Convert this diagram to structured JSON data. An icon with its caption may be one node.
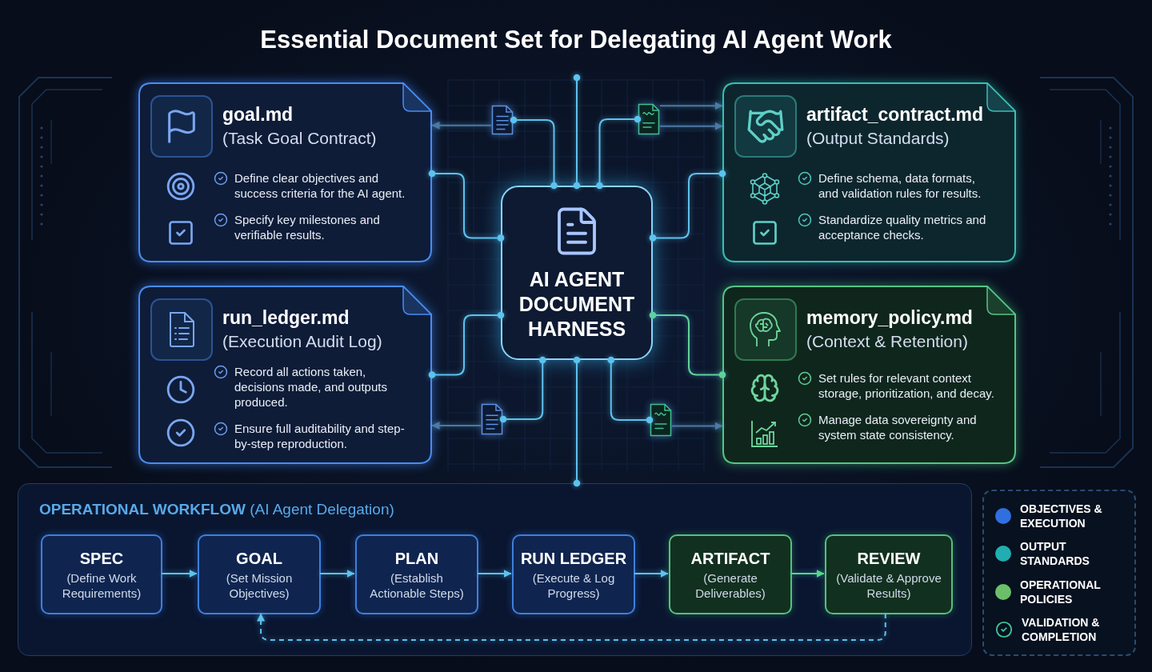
{
  "diagram": {
    "title": "Essential Document Set for Delegating AI Agent Work",
    "nodes": [
      {
        "text": [
          "goal.md",
          "(Task Goal Contract)",
          "Define clear objectives and success criteria for the AI agent.",
          "Specify key milestones and verifiable results."
        ]
      },
      {
        "text": [],
        "shape": "document"
      },
      {
        "text": [],
        "shape": "document"
      },
      {
        "text": [
          "artifact_contract.md",
          "(Output Standards)",
          "Define schema, data formats, and validation rules for results.",
          "Standardize quality metrics and acceptance checks."
        ]
      },
      {
        "text": [
          "AI AGENT DOCUMENT HARNESS"
        ]
      },
      {
        "text": [
          "run_ledger.md",
          "(Execution Audit Log)",
          "Record all actions taken, decisions made, and outputs produced.",
          "Ensure full auditability and step-by-step reproduction."
        ]
      },
      {
        "text": [],
        "shape": "document"
      },
      {
        "text": [],
        "shape": "document"
      },
      {
        "text": [
          "memory_policy.md",
          "(Context & Retention)",
          "Set rules for relevant context storage, prioritization, and decay.",
          "Manage data sovereignty and system state consistency."
        ]
      },
      {
        "text": [
          "**OPERATIONAL WORKFLOW** (AI Agent Delegation)"
        ]
      },
      {
        "text": [
          "SPEC",
          "(Define Work Requirements)"
        ],
        "in": 9
      },
      {
        "text": [
          "GOAL",
          "(Set Mission Objectives)"
        ],
        "in": 9
      },
      {
        "text": [
          "PLAN",
          "(Establish Actionable Steps)"
        ],
        "in": 9
      },
      {
        "text": [
          "RUN LEDGER",
          "(Execute & Log Progress)"
        ],
        "in": 9
      },
      {
        "text": [
          "ARTIFACT",
          "(Generate Deliverables)"
        ],
        "in": 9
      },
      {
        "text": [
          "REVIEW",
          "(Validate & Approve Results)"
        ],
        "in": 9
      }
    ],
    "edges": [
      {
        "from": 4,
        "to": 0,
        "arrow": "other"
      },
      {
        "from": 4,
        "to": 3,
        "arrow": "other"
      },
      {
        "from": 4,
        "to": 5,
        "arrow": "other"
      },
      {
        "from": 4,
        "to": 8,
        "arrow": "other",
        "color": "#5fd39a"
      },
      {
        "from": 4,
        "to": 1,
        "arrow": "other"
      },
      {
        "from": 4,
        "to": 2,
        "arrow": "other"
      },
      {
        "from": 4,
        "to": 6,
        "arrow": "other"
      },
      {
        "from": 4,
        "to": 7,
        "arrow": "other"
      },
      {
        "from": 4,
        "to": null,
        "arrow": "other"
      },
      {
        "from": 4,
        "to": 9,
        "arrow": "other"
      },
      {
        "from": 1,
        "to": 0,
        "arrow": "to",
        "color": "#4d78a8"
      },
      {
        "from": 2,
        "to": 3,
        "arrow": "to",
        "color": "#4d78a8"
      },
      {
        "from": 2,
        "to": 3,
        "arrow": "to",
        "color": "#4d78a8"
      },
      {
        "from": 6,
        "to": 5,
        "arrow": "to",
        "color": "#4d78a8"
      },
      {
        "from": 7,
        "to": 8,
        "arrow": "to",
        "color": "#4d78a8"
      },
      {
        "from": 10,
        "to": 11,
        "arrow": "to"
      },
      {
        "from": 11,
        "to": 12,
        "arrow": "to"
      },
      {
        "from": 12,
        "to": 13,
        "arrow": "to"
      },
      {
        "from": 13,
        "to": 14,
        "arrow": "to"
      },
      {
        "from": 14,
        "to": 15,
        "arrow": "to",
        "color": "#4ade80"
      },
      {
        "from": 15,
        "to": 11,
        "arrow": "to",
        "style": "dashed"
      }
    ],
    "legend": [
      {
        "text": "OBJECTIVES & EXECUTION",
        "color": "#2f6fe0"
      },
      {
        "text": "OUTPUT STANDARDS",
        "color": "#22aeb0"
      },
      {
        "text": "OPERATIONAL POLICIES",
        "color": "#6cbf69"
      },
      {
        "text": "VALIDATION & COMPLETION"
      }
    ]
  }
}
